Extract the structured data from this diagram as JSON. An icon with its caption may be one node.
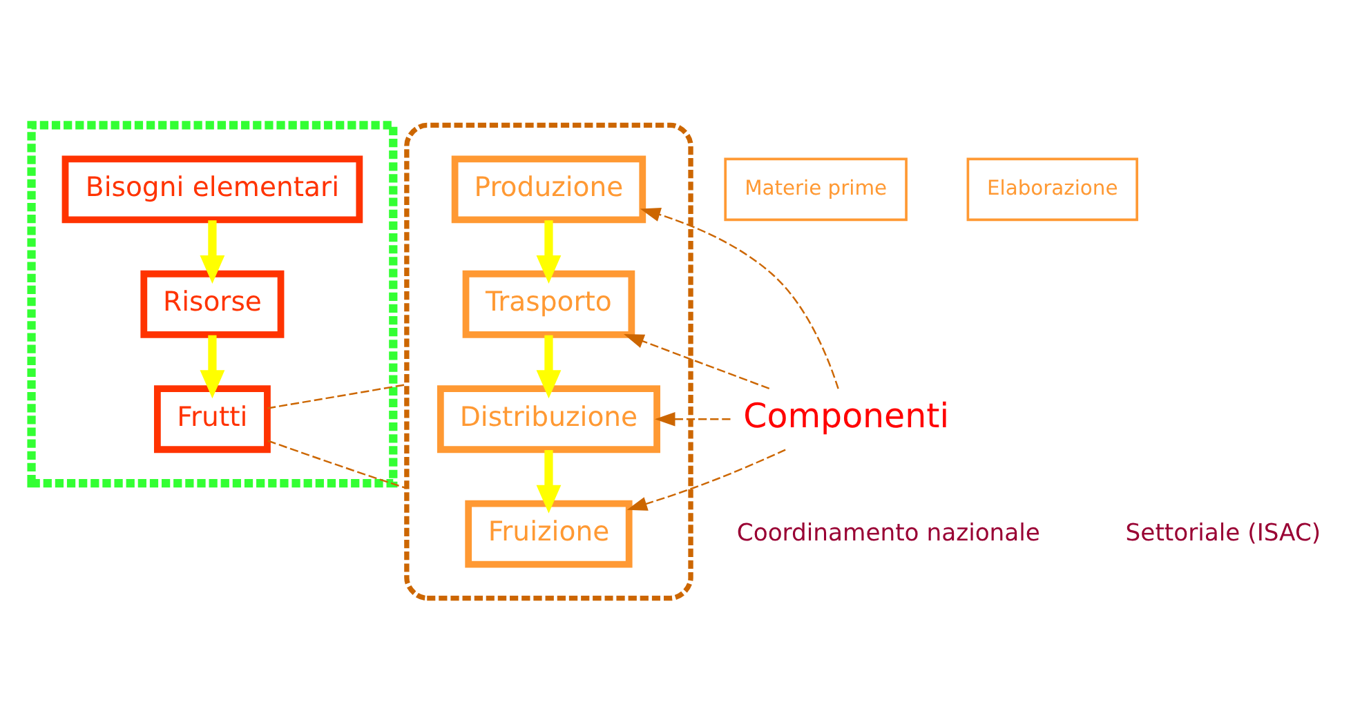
{
  "diagram": {
    "nodes": [
      {
        "text": [],
        "shape": "box"
      },
      {
        "text": [
          "Bisogni elementari"
        ],
        "in": 0
      },
      {
        "text": [
          "Risorse"
        ],
        "in": 0
      },
      {
        "text": [
          "Frutti"
        ],
        "in": 0
      },
      {
        "text": [],
        "shape": "ellipse"
      },
      {
        "text": [
          "Produzione"
        ],
        "in": 4
      },
      {
        "text": [
          "Trasporto"
        ],
        "in": 4
      },
      {
        "text": [
          "Distribuzione"
        ],
        "in": 4
      },
      {
        "text": [
          "Fruizione"
        ],
        "in": 4
      },
      {
        "text": [
          "Materie prime"
        ]
      },
      {
        "text": [
          "Elaborazione"
        ]
      },
      {
        "text": [
          "Componenti"
        ]
      }
    ],
    "edges": [
      {
        "from": 1,
        "to": 2,
        "arrow": "to",
        "style": "thick",
        "color": "#ffff00"
      },
      {
        "from": 2,
        "to": 3,
        "arrow": "to",
        "style": "thick",
        "color": "#ffff00"
      },
      {
        "from": 3,
        "to": 4,
        "arrow": "none",
        "style": "dashed",
        "color": "#cc6600"
      },
      {
        "from": 3,
        "to": 4,
        "arrow": "none",
        "style": "dashed",
        "color": "#cc6600"
      },
      {
        "from": 5,
        "to": 6,
        "arrow": "to",
        "style": "thick",
        "color": "#ffff00"
      },
      {
        "from": 6,
        "to": 7,
        "arrow": "to",
        "style": "thick",
        "color": "#ffff00"
      },
      {
        "from": 7,
        "to": 8,
        "arrow": "to",
        "style": "thick",
        "color": "#ffff00"
      },
      {
        "from": 11,
        "to": 5,
        "arrow": "to",
        "style": "dashed",
        "color": "#cc6600"
      },
      {
        "from": 11,
        "to": 6,
        "arrow": "to",
        "style": "dashed",
        "color": "#cc6600"
      },
      {
        "from": 11,
        "to": 7,
        "arrow": "to",
        "style": "dashed",
        "color": "#cc6600"
      },
      {
        "from": 11,
        "to": 8,
        "arrow": "to",
        "style": "dashed",
        "color": "#cc6600"
      }
    ],
    "labels": [
      "Coordinamento nazionale",
      "Settoriale (ISAC)"
    ]
  }
}
